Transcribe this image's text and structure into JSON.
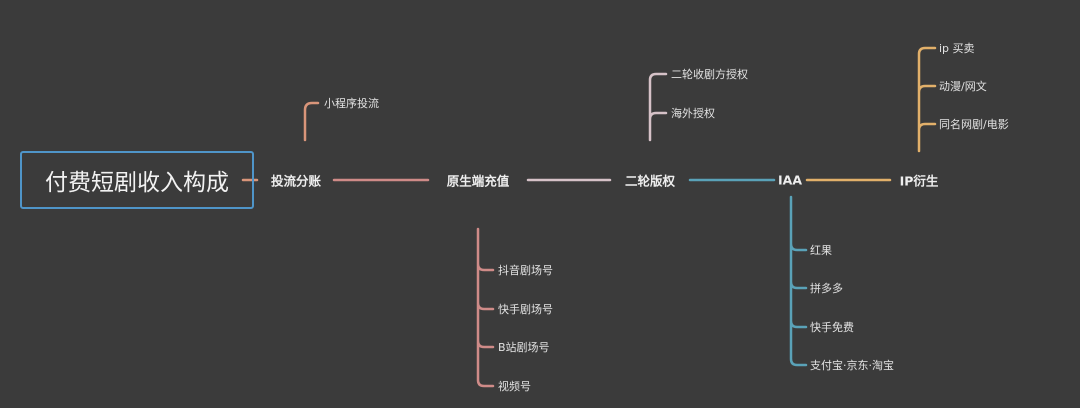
{
  "root": {
    "label": "付费短剧收入构成"
  },
  "colors": {
    "background": "#3b3b3b",
    "root_border": "#4f95c9",
    "branch_1": "#d9957a",
    "branch_2": "#cf8b88",
    "branch_3": "#d6c2c8",
    "branch_4": "#5aa2b8",
    "branch_5": "#e2b06a"
  },
  "branches": [
    {
      "label": "投流分账",
      "children": [
        "小程序投流"
      ]
    },
    {
      "label": "原生端充值",
      "children": [
        "抖音剧场号",
        "快手剧场号",
        "B站剧场号",
        "视频号"
      ]
    },
    {
      "label": "二轮版权",
      "children": [
        "二轮收剧方授权",
        "海外授权"
      ]
    },
    {
      "label": "IAA",
      "children": [
        "红果",
        "拼多多",
        "快手免费",
        "支付宝·京东·淘宝"
      ]
    },
    {
      "label": "IP衍生",
      "children": [
        "ip 买卖",
        "动漫/网文",
        "同名网剧/电影"
      ]
    }
  ]
}
